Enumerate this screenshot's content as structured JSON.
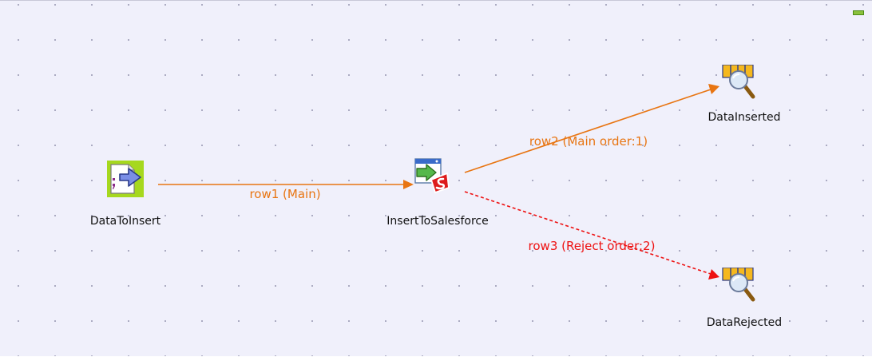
{
  "colors": {
    "main_link": "#e87512",
    "reject_link": "#ee1111",
    "canvas_bg": "#f0f0fb"
  },
  "nodes": {
    "data_to_insert": {
      "label": "DataToInsert",
      "icon": "delimited-file-input-icon"
    },
    "insert_to_salesforce": {
      "label": "InsertToSalesforce",
      "icon": "salesforce-output-icon"
    },
    "data_inserted": {
      "label": "DataInserted",
      "icon": "log-row-icon"
    },
    "data_rejected": {
      "label": "DataRejected",
      "icon": "log-row-icon"
    }
  },
  "links": {
    "row1": {
      "label": "row1 (Main)"
    },
    "row2": {
      "label": "row2 (Main order:1)"
    },
    "row3": {
      "label": "row3 (Reject order:2)"
    }
  }
}
